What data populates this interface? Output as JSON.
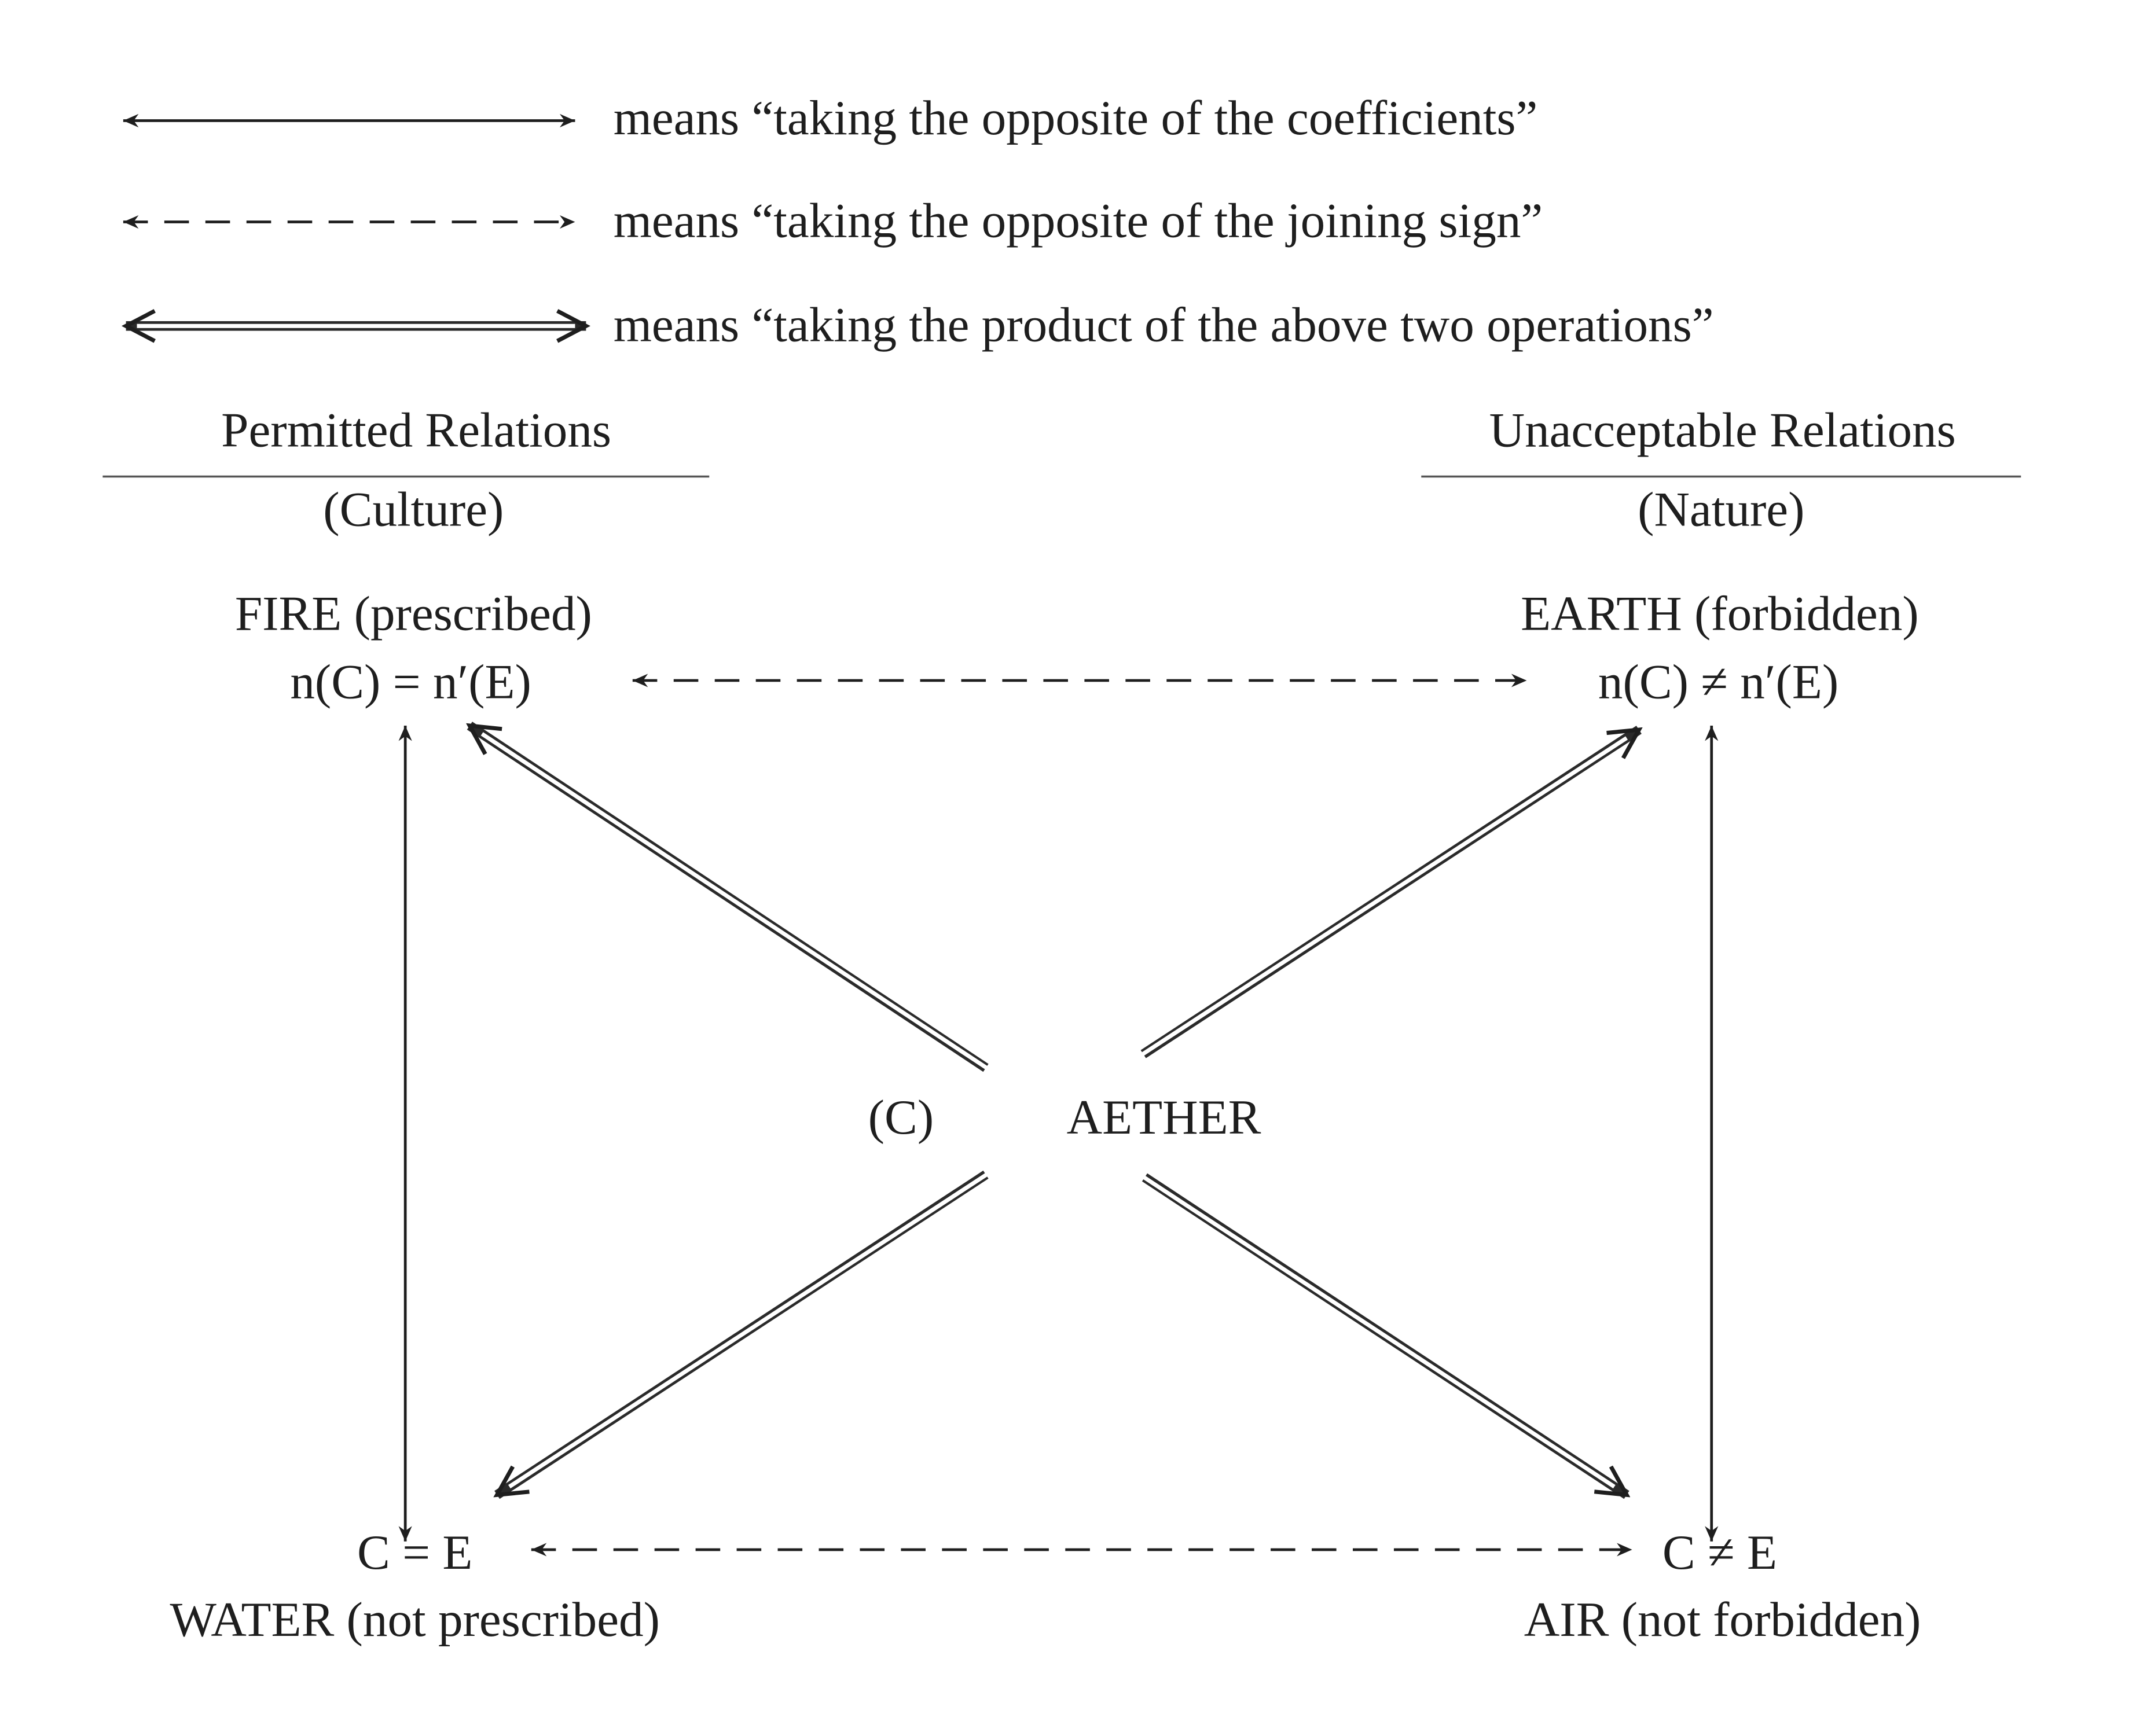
{
  "legend": [
    {
      "symbol": "single-arrow",
      "text": "means “taking the opposite of the coefficients”"
    },
    {
      "symbol": "dashed-arrow",
      "text": "means “taking the opposite of the joining sign”"
    },
    {
      "symbol": "double-arrow",
      "text": "means “taking the product of the above two operations”"
    }
  ],
  "columns": {
    "left": {
      "title": "Permitted Relations",
      "subtitle": "(Culture)"
    },
    "right": {
      "title": "Unacceptable Relations",
      "subtitle": "(Nature)"
    }
  },
  "nodes": {
    "fire": {
      "label": "FIRE (prescribed)",
      "formula": "n(C) = n′(E)"
    },
    "earth": {
      "label": "EARTH (forbidden)",
      "formula": "n(C) ≠ n′(E)"
    },
    "water": {
      "label": "WATER (not prescribed)",
      "formula": "C = E"
    },
    "air": {
      "label": "AIR (not forbidden)",
      "formula": "C ≠ E"
    },
    "center": {
      "prefix": "(C)",
      "label": "AETHER"
    }
  }
}
